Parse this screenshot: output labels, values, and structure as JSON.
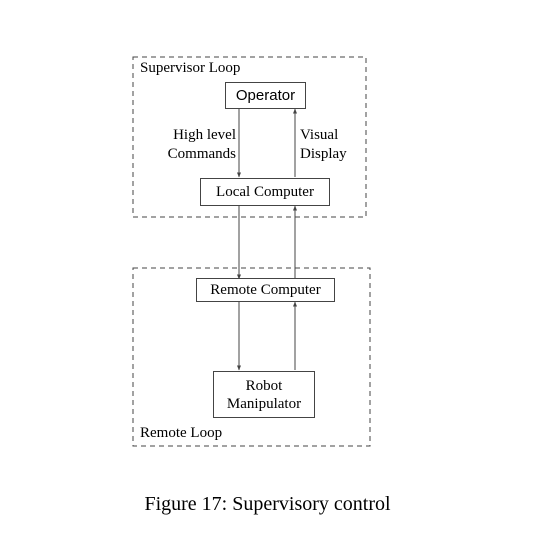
{
  "supervisor_loop": {
    "label": "Supervisor Loop",
    "operator": "Operator",
    "high_level_commands": "High level\nCommands",
    "visual_display": "Visual\nDisplay",
    "local_computer": "Local Computer"
  },
  "remote_loop": {
    "label": "Remote Loop",
    "remote_computer": "Remote Computer",
    "robot_manipulator": "Robot\nManipulator"
  },
  "caption": "Figure 17: Supervisory control"
}
